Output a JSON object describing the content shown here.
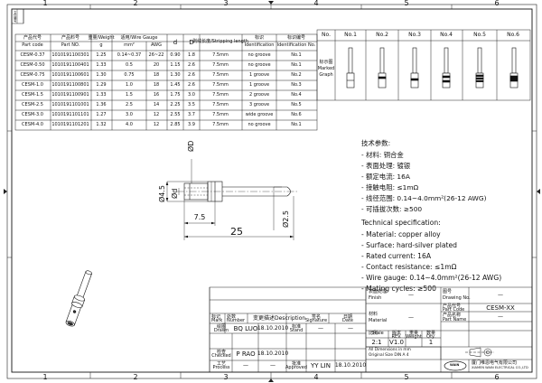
{
  "border": {
    "top_numbers": [
      "1",
      "2",
      "3",
      "4",
      "5",
      "6"
    ],
    "bottom_numbers": [
      "1",
      "2",
      "3",
      "4",
      "5",
      "6"
    ],
    "corner_label": "文件编号"
  },
  "spec_table": {
    "headers_cn": [
      "产品代号",
      "产品料号",
      "重量/Weight",
      "适用/Wire Gauge",
      "",
      "d",
      "D",
      "剥线长度/Stripping length",
      "标识",
      "标识编号"
    ],
    "headers_en": [
      "Part code",
      "Part NO.",
      "g",
      "mm²",
      "AWG",
      "",
      "",
      "",
      "Identification",
      "Identification No."
    ],
    "rows": [
      [
        "CESM-0.37",
        "1010191100301",
        "1.25",
        "0.14~0.37",
        "26~22",
        "0.90",
        "1.8",
        "7.5mm",
        "no groove",
        "No.1"
      ],
      [
        "CESM-0.50",
        "1010191100401",
        "1.33",
        "0.5",
        "20",
        "1.15",
        "2.6",
        "7.5mm",
        "no groove",
        "No.1"
      ],
      [
        "CESM-0.75",
        "1010191100601",
        "1.30",
        "0.75",
        "18",
        "1.30",
        "2.6",
        "7.5mm",
        "1 groove",
        "No.2"
      ],
      [
        "CESM-1.0",
        "1010191100801",
        "1.29",
        "1.0",
        "18",
        "1.45",
        "2.6",
        "7.5mm",
        "1 groove",
        "No.3"
      ],
      [
        "CESM-1.5",
        "1010191100901",
        "1.33",
        "1.5",
        "16",
        "1.75",
        "3.0",
        "7.5mm",
        "2 groove",
        "No.4"
      ],
      [
        "CESM-2.5",
        "1010191101001",
        "1.36",
        "2.5",
        "14",
        "2.25",
        "3.5",
        "7.5mm",
        "3 groove",
        "No.5"
      ],
      [
        "CESM-3.0",
        "1010191101101",
        "1.27",
        "3.0",
        "12",
        "2.55",
        "3.7",
        "7.5mm",
        "wide groove",
        "No.6"
      ],
      [
        "CESM-4.0",
        "1010191101201",
        "1.32",
        "4.0",
        "12",
        "2.85",
        "3.9",
        "7.5mm",
        "no groove",
        "No.1"
      ]
    ]
  },
  "marking_table": {
    "no_label": "No.",
    "columns": [
      "No.1",
      "No.2",
      "No.3",
      "No.4",
      "No.5",
      "No.6"
    ],
    "row_label_cn": "标示图",
    "row_label_en1": "Marked",
    "row_label_en2": "Graph"
  },
  "dimensions": {
    "d_label": "ØD",
    "d_small": "Ød",
    "shoulder": "Ø4.5",
    "pin": "Ø2.5",
    "strip_len": "7.5",
    "total_len": "25"
  },
  "tech_cn": {
    "title": "技术参数:",
    "lines": [
      "- 材料: 铜合金",
      "- 表面处理: 镀银",
      "- 额定电流: 16A",
      "- 接触电阻: ≤1mΩ",
      "- 线径范围: 0.14~4.0mm²(26-12 AWG)",
      "- 可插拔次数: ≥500"
    ]
  },
  "tech_en": {
    "title": "Technical specification:",
    "lines": [
      "- Material: copper alloy",
      "- Surface: hard-silver plated",
      "- Rated current: 16A",
      "- Contact resistance: ≤1mΩ",
      "- Wire gauge: 0.14~4.0mm²(26-12 AWG)",
      "- Mating cycles: ≥500"
    ]
  },
  "title_block": {
    "finish_cn": "表面处理",
    "finish_en": "Finish",
    "finish_val": "—",
    "drawing_no_cn": "图号",
    "drawing_no_en": "Drawing No.",
    "drawing_no_val": "—",
    "material_cn": "材料",
    "material_en": "Material",
    "material_val": "—",
    "part_code_cn": "产品代号",
    "part_code_en": "Part Code",
    "part_code_val": "CESM-XX",
    "part_name_cn": "产品名称",
    "part_name_en": "Part Name",
    "part_name_val": "—",
    "scale_cn": "比例",
    "scale_en": "Scale",
    "scale_val": "2:1",
    "rev_cn": "版本",
    "rev_en": "REV.",
    "rev_val": "V1.0",
    "weight_cn": "重量",
    "weight_en": "Weight",
    "qty_cn": "数量",
    "qty_en": "Qty.",
    "qty_val": "1",
    "mark_cn": "标记",
    "mark_en": "Mark",
    "num_cn": "处数",
    "num_en": "Number",
    "desc_cn": "变更描述",
    "desc_en": "Description",
    "sign_cn": "签名",
    "sign_en": "Signature",
    "date_cn": "日期",
    "date_en": "Date",
    "drawn_cn": "绘图",
    "drawn_en": "Drawn",
    "drawn_name": "BQ LUO",
    "drawn_date": "18.10.2010",
    "checked_cn": "检查",
    "checked_en": "Checked",
    "checked_name": "P RAO",
    "checked_date": "18.10.2010",
    "process_cn": "工艺",
    "process_en": "Process",
    "approved_cn": "批准",
    "approved_en": "Approved",
    "approved_name": "YY LIN",
    "approved_date": "18.10.2010",
    "std_cn": "标准",
    "std_en": "Stand",
    "dash": "—",
    "dims_note1": "All Dimensions in mm",
    "dims_note2": "Original Size DIN A 4",
    "company_cn": "厦门唯恩电气有限公司",
    "company_en": "XIAMEN WAIN ELECTRICAL CO.,LTD",
    "logo_text": "WAIN"
  }
}
